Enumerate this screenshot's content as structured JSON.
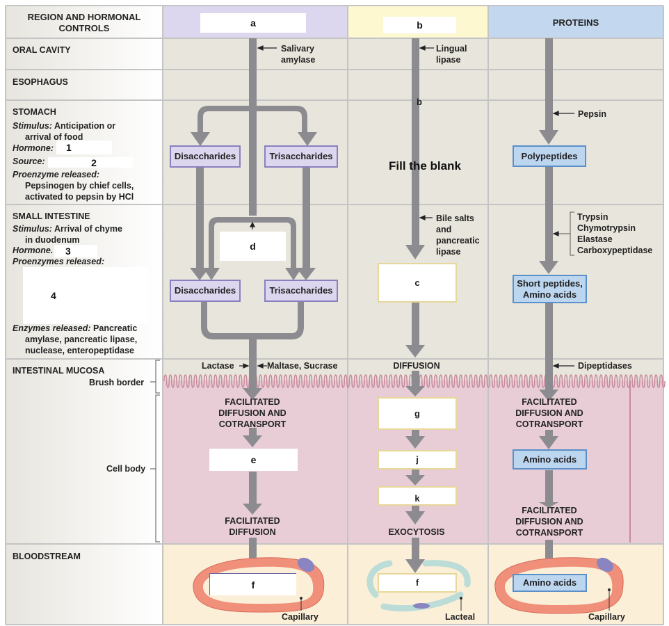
{
  "header": {
    "region_title": "REGION AND HORMONAL CONTROLS",
    "col_a_blank": "a",
    "col_b_blank": "b",
    "col_proteins": "PROTEINS"
  },
  "overlay": {
    "fill_the_blank": "Fill the blank",
    "b_label": "b"
  },
  "regions": {
    "oral": "ORAL CAVITY",
    "esophagus": "ESOPHAGUS",
    "stomach": {
      "title": "STOMACH",
      "stimulus_label": "Stimulus:",
      "stimulus": "Anticipation or",
      "stimulus2": "arrival of food",
      "hormone_label": "Hormone:",
      "hormone_blank": "1",
      "source_label": "Source:",
      "source_blank": "2",
      "proenzyme_label": "Proenzyme released:",
      "proenzyme1": "Pepsinogen by chief cells,",
      "proenzyme2": "activated to pepsin by HCl"
    },
    "small_intestine": {
      "title": "SMALL INTESTINE",
      "stimulus_label": "Stimulus:",
      "stimulus": "Arrival of chyme",
      "stimulus2": "in duodenum",
      "hormone_label": "Hormone.",
      "hormone_blank": "3",
      "proenzymes_label": "Proenzymes released:",
      "proenzymes_blank": "4",
      "enzymes_label": "Enzymes released:",
      "enzymes1": "Pancreatic",
      "enzymes2": "amylase, pancreatic lipase,",
      "enzymes3": "nuclease, enteropeptidase"
    },
    "mucosa": {
      "title": "INTESTINAL MUCOSA",
      "brush_border": "Brush border",
      "cell_body": "Cell body"
    },
    "bloodstream": "BLOODSTREAM"
  },
  "carbs": {
    "salivary": "Salivary",
    "amylase": "amylase",
    "disaccharides": "Disaccharides",
    "trisaccharides": "Trisaccharides",
    "d_blank": "d",
    "lactase": "Lactase",
    "maltase": "Maltase, Sucrase",
    "fac1": "FACILITATED",
    "fac2": "DIFFUSION AND",
    "fac3": "COTRANSPORT",
    "e_blank": "e",
    "facd1": "FACILITATED",
    "facd2": "DIFFUSION",
    "f_blank": "f",
    "capillary": "Capillary"
  },
  "lipids": {
    "lingual": "Lingual",
    "lipase": "lipase",
    "bile1": "Bile salts",
    "bile2": "and",
    "bile3": "pancreatic",
    "bile4": "lipase",
    "c_blank": "c",
    "diffusion": "DIFFUSION",
    "g_blank": "g",
    "j_blank": "j",
    "k_blank": "k",
    "exocytosis": "EXOCYTOSIS",
    "f_blank": "f",
    "lacteal": "Lacteal"
  },
  "proteins": {
    "pepsin": "Pepsin",
    "polypeptides": "Polypeptides",
    "enz1": "Trypsin",
    "enz2": "Chymotrypsin",
    "enz3": "Elastase",
    "enz4": "Carboxypeptidase",
    "short1": "Short peptides,",
    "short2": "Amino acids",
    "dipeptidases": "Dipeptidases",
    "fac1": "FACILITATED",
    "fac2": "DIFFUSION AND",
    "fac3": "COTRANSPORT",
    "amino": "Amino acids",
    "fac4": "FACILITATED",
    "fac5": "DIFFUSION AND",
    "fac6": "COTRANSPORT",
    "amino2": "Amino acids",
    "capillary": "Capillary"
  },
  "colors": {
    "carb_header": "#dcd6ee",
    "lipid_header": "#fdf8d0",
    "protein_header": "#c3d7ef",
    "cell_bg": "#e8e5dc",
    "mucosa_bg": "#e8cdd6",
    "blood_bg": "#fbefd8",
    "arrow": "#8c8c90"
  }
}
